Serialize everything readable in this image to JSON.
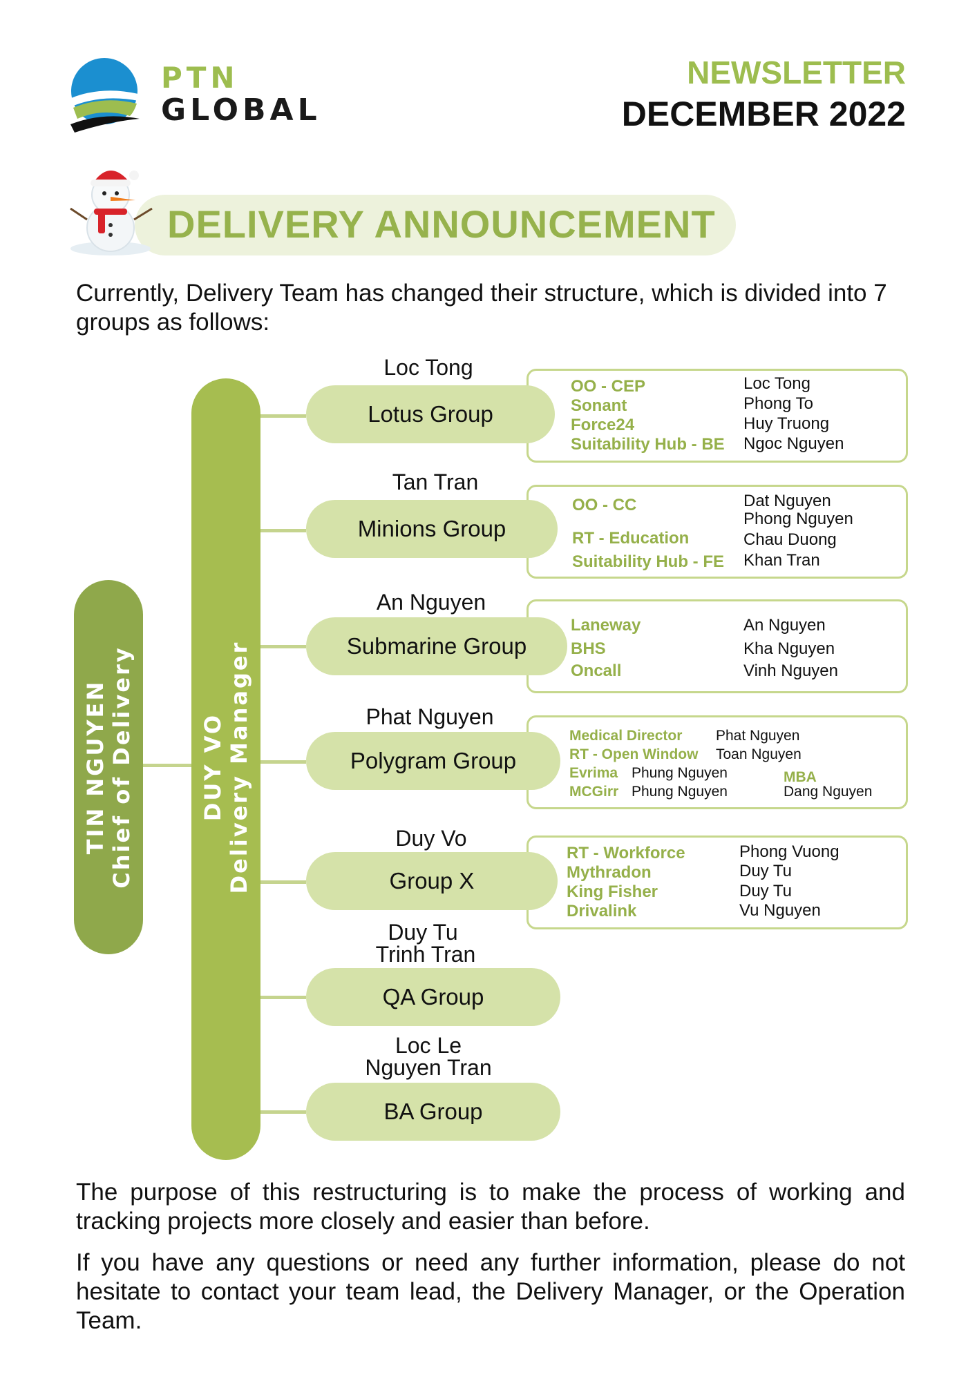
{
  "header": {
    "brand_line1": "PTN",
    "brand_line2": "GLOBAL",
    "newsletter_label": "NEWSLETTER",
    "newsletter_date": "DECEMBER 2022"
  },
  "banner": {
    "title": "DELIVERY ANNOUNCEMENT"
  },
  "intro": "Currently, Delivery Team has changed their structure, which is divided into 7 groups as follows:",
  "org": {
    "chief": {
      "name": "TIN NGUYEN",
      "role": "Chief of Delivery"
    },
    "manager": {
      "name": "DUY VO",
      "role": "Delivery Manager"
    },
    "groups": [
      {
        "name": "Lotus Group",
        "leads": [
          "Loc Tong"
        ],
        "projects": [
          "OO - CEP",
          "Sonant",
          "Force24",
          "Suitability Hub - BE"
        ],
        "members": [
          "Loc Tong",
          "Phong To",
          "Huy Truong",
          "Ngoc Nguyen"
        ]
      },
      {
        "name": "Minions Group",
        "leads": [
          "Tan Tran"
        ],
        "projects": [
          "OO - CC",
          "RT - Education",
          "Suitability Hub - FE"
        ],
        "members": [
          "Dat Nguyen",
          "Phong Nguyen",
          "Chau Duong",
          "Khan Tran"
        ]
      },
      {
        "name": "Submarine Group",
        "leads": [
          "An Nguyen"
        ],
        "projects": [
          "Laneway",
          "BHS",
          "Oncall"
        ],
        "members": [
          "An Nguyen",
          "Kha Nguyen",
          "Vinh Nguyen"
        ]
      },
      {
        "name": "Polygram Group",
        "leads": [
          "Phat Nguyen"
        ],
        "projects": [
          "Medical Director",
          "RT - Open Window",
          "Evrima",
          "MCGirr",
          "MBA"
        ],
        "members": [
          "Phat Nguyen",
          "Toan Nguyen",
          "Phung Nguyen",
          "Phung Nguyen",
          "Dang Nguyen"
        ]
      },
      {
        "name": "Group X",
        "leads": [
          "Duy Vo"
        ],
        "projects": [
          "RT - Workforce",
          "Mythradon",
          "King Fisher",
          "Drivalink"
        ],
        "members": [
          "Phong Vuong",
          "Duy Tu",
          "Duy Tu",
          "Vu Nguyen"
        ]
      },
      {
        "name": "QA Group",
        "leads": [
          "Duy Tu",
          "Trinh Tran"
        ]
      },
      {
        "name": "BA Group",
        "leads": [
          "Loc Le",
          "Nguyen Tran"
        ]
      }
    ]
  },
  "closing": [
    "The purpose of this restructuring is to make the process of working and tracking projects more closely and easier than before.",
    "If you have any questions or need any further information, please do not hesitate to contact your team lead, the Delivery Manager, or the Operation Team."
  ],
  "icons": {
    "logo": "globe-logo-icon",
    "mascot": "snowman-icon"
  },
  "colors": {
    "accent": "#9dbd4f",
    "bar_chief": "#8fa84b",
    "bar_manager": "#a6bd50",
    "pill": "#d5e2a9"
  }
}
